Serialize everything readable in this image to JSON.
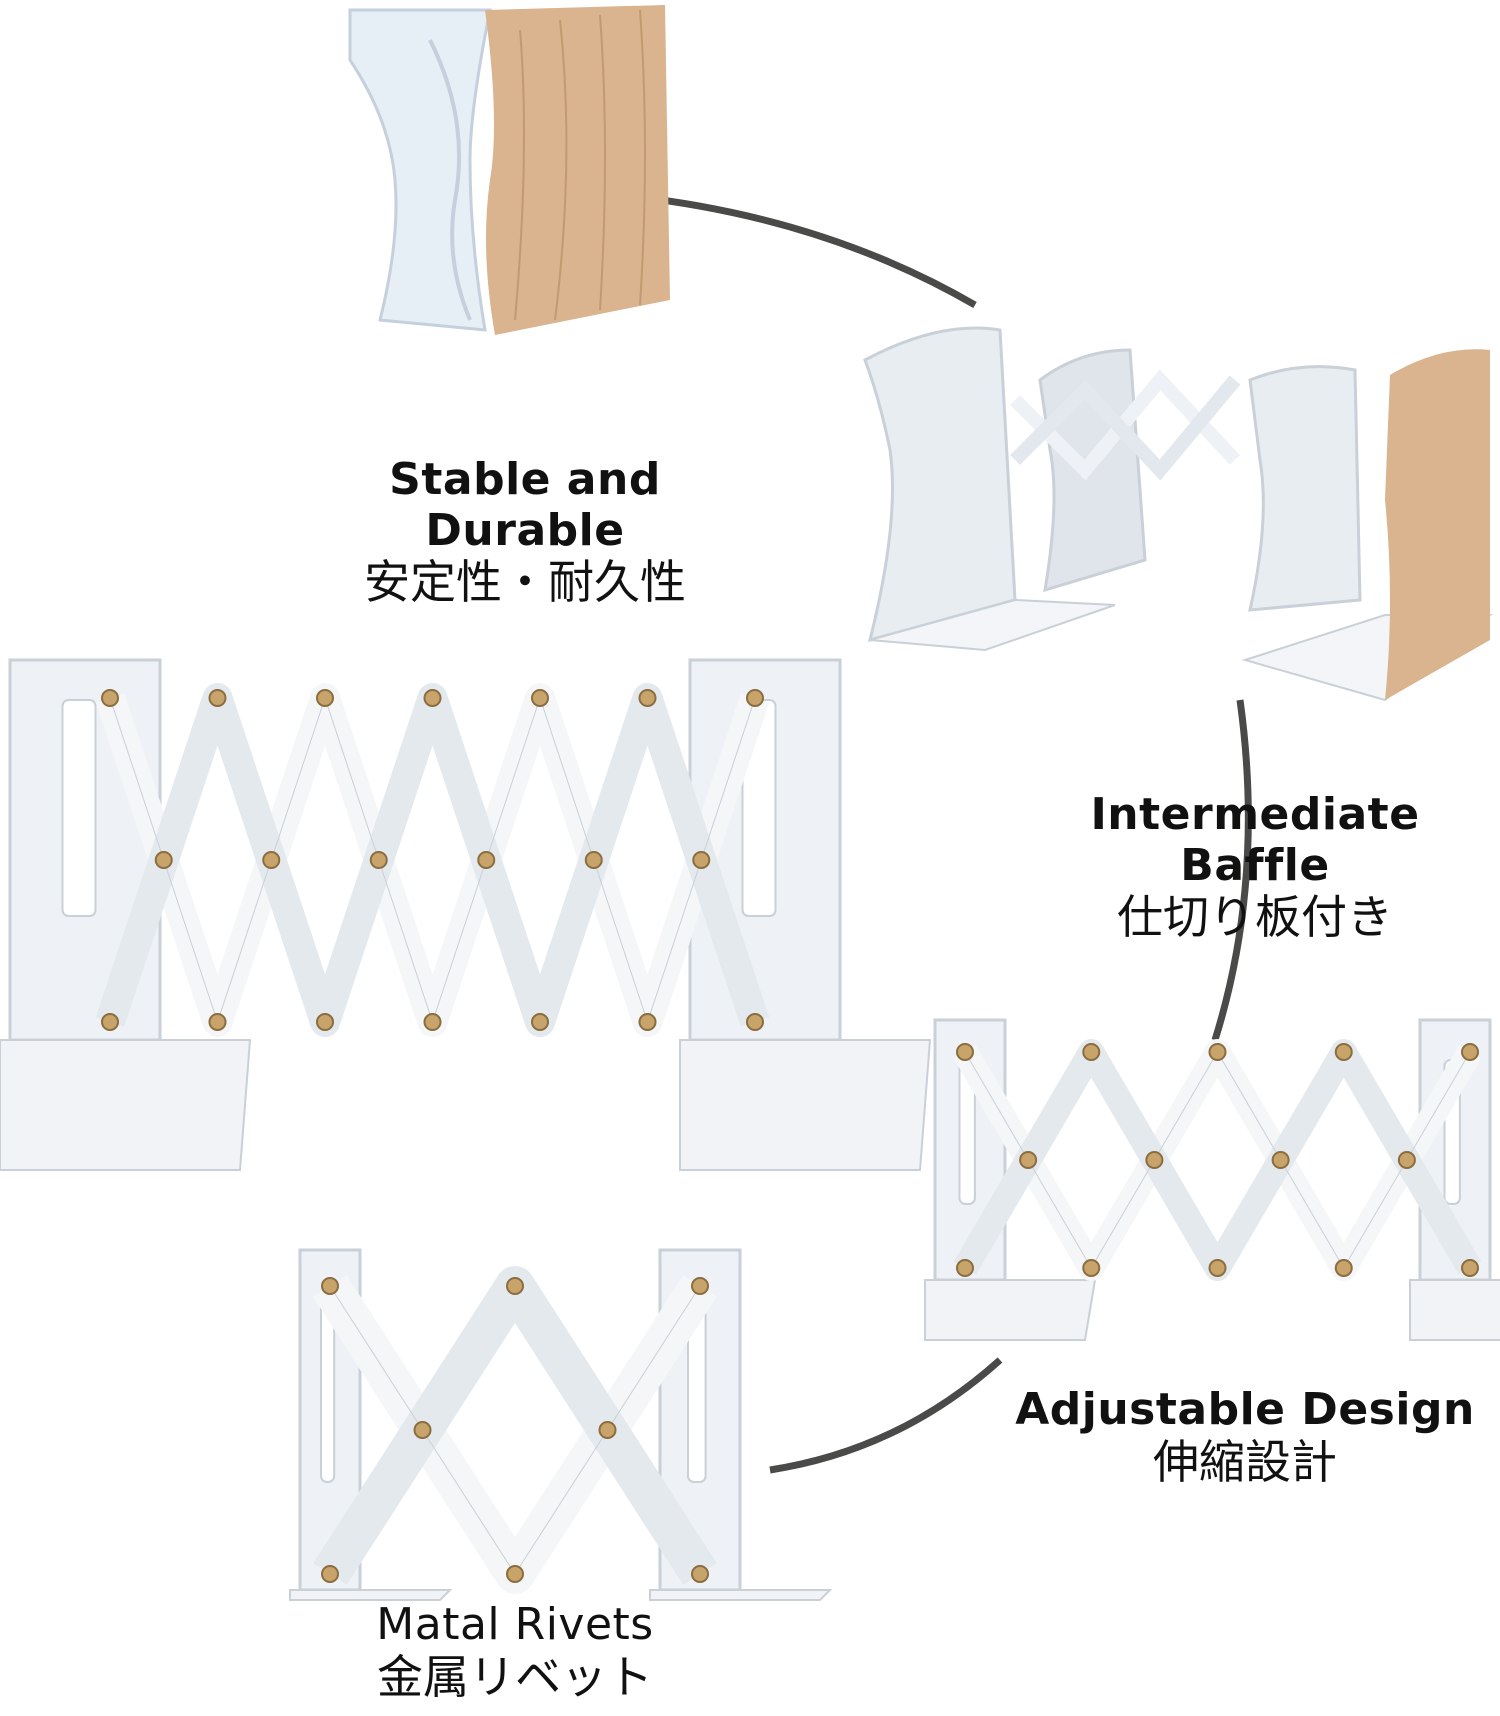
{
  "features": [
    {
      "title": "Stable and Durable",
      "subtitle": "安定性・耐久性"
    },
    {
      "title": "Intermediate Baffle",
      "subtitle": "仕切り板付き"
    },
    {
      "title": "Adjustable Design",
      "subtitle": "伸縮設計"
    },
    {
      "title": "Matal Rivets",
      "subtitle": "金属リベット"
    }
  ],
  "colors": {
    "metal": "#eef2f6",
    "metal_shadow": "#c9d0d8",
    "wood": "#d9b48e",
    "rivet": "#c9a46a",
    "connector": "#4a4a48"
  }
}
